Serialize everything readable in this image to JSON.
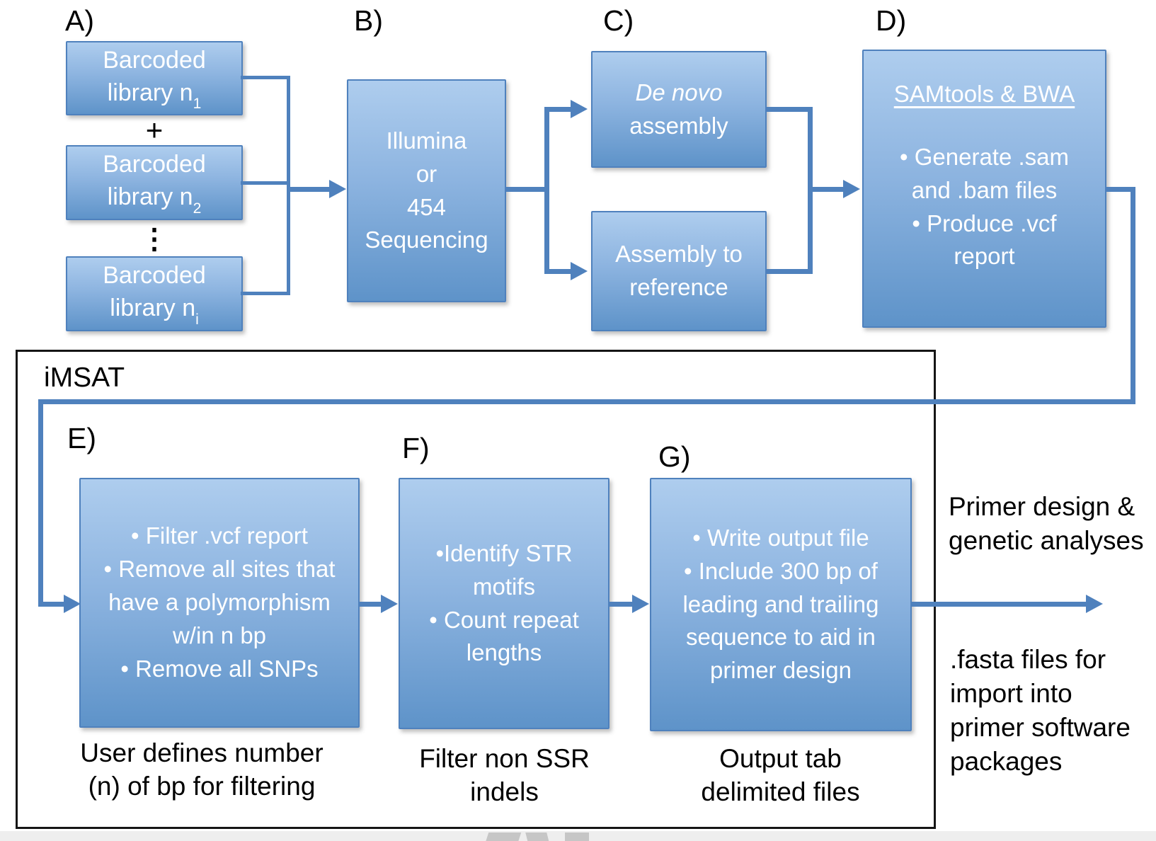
{
  "labels": {
    "a": "A)",
    "b": "B)",
    "c": "C)",
    "d": "D)",
    "e": "E)",
    "f": "F)",
    "g": "G)",
    "imsat": "iMSAT"
  },
  "boxes": {
    "barcoded_1": {
      "line1": "Barcoded",
      "line2": "library n",
      "sub": "1"
    },
    "plus": "+",
    "barcoded_2": {
      "line1": "Barcoded",
      "line2": "library n",
      "sub": "2"
    },
    "dots": "⋮",
    "barcoded_i": {
      "line1": "Barcoded",
      "line2": "library n",
      "sub": "i"
    },
    "sequencing": "Illumina\nor\n454\nSequencing",
    "de_novo": {
      "title_italic": "De novo",
      "rest": "assembly"
    },
    "assembly_ref": "Assembly to\nreference",
    "samtools": {
      "title": "SAMtools & BWA",
      "bullets": "• Generate .sam\nand .bam files\n• Produce .vcf\nreport"
    },
    "filter_vcf": "• Filter .vcf report\n• Remove all sites that\nhave a polymorphism\nw/in n bp\n• Remove all SNPs",
    "identify_str": "•Identify STR\nmotifs\n• Count repeat\nlengths",
    "write_output": "• Write output file\n• Include 300 bp of\nleading and trailing\nsequence to aid in\nprimer design"
  },
  "captions": {
    "e": "User defines number\n(n) of bp for filtering",
    "f": "Filter non SSR\nindels",
    "g": "Output tab\ndelimited files"
  },
  "side_texts": {
    "primer": "Primer design &\ngenetic analyses",
    "fasta": ".fasta files for\nimport into\nprimer software\npackages"
  },
  "colors": {
    "box_fill_top": "#aecdee",
    "box_fill_bottom": "#5e93c9",
    "box_border": "#4f81bd",
    "connector": "#4f81bd",
    "outline": "#151515",
    "text_on_box": "#ffffff",
    "text": "#000000"
  }
}
